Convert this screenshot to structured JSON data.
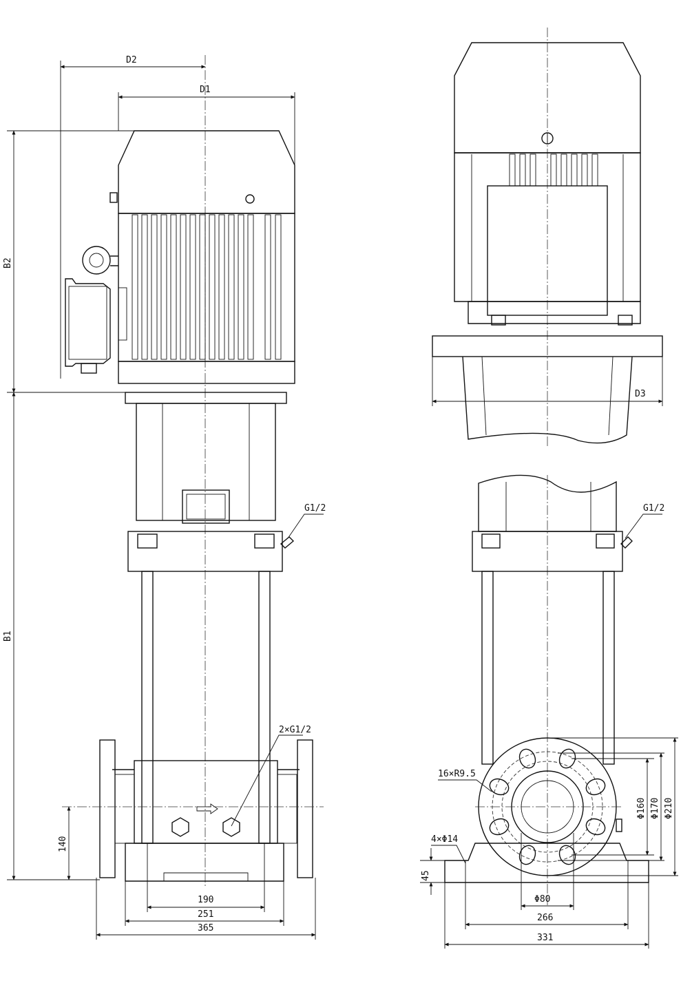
{
  "drawing": {
    "front_view": {
      "dim_d2": "D2",
      "dim_d1": "D1",
      "dim_b2": "B2",
      "dim_b1": "B1",
      "label_g12": "G1/2",
      "label_2xg12": "2×G1/2",
      "dim_140": "140",
      "dim_190": "190",
      "dim_251": "251",
      "dim_365": "365"
    },
    "side_view": {
      "dim_d3": "D3"
    },
    "base_view": {
      "label_g12": "G1/2",
      "label_bolts": "16×R9.5",
      "label_feet": "4×Φ14",
      "dim_45": "45",
      "dim_160": "Φ160",
      "dim_170": "Φ170",
      "dim_210": "Φ210",
      "dim_80": "Φ80",
      "dim_266": "266",
      "dim_331": "331"
    }
  }
}
